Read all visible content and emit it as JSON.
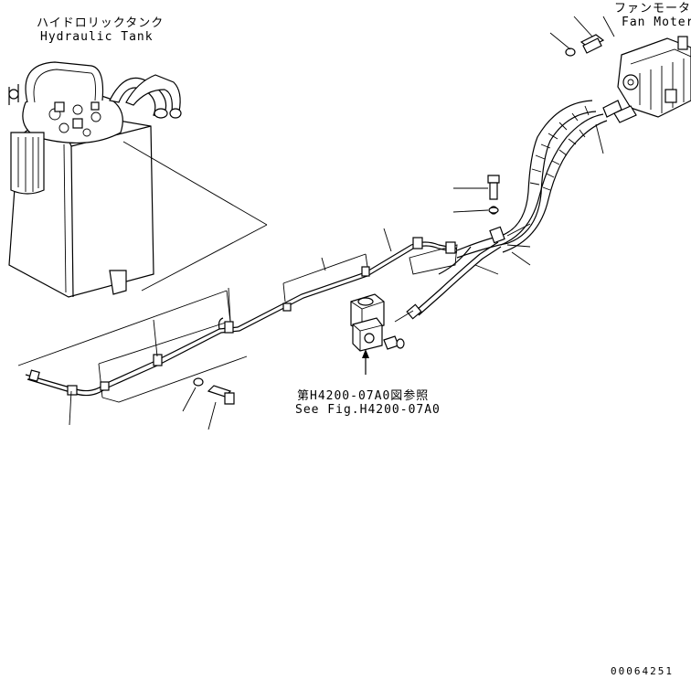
{
  "labels": {
    "tank_jp": "ハイドロリックタンク",
    "tank_en": "Hydraulic Tank",
    "fan_jp": "ファンモータ",
    "fan_en": "Fan Moter",
    "ref_jp": "第H4200-07A0図参照",
    "ref_en": "See Fig.H4200-07A0",
    "drawing_no": "00064251"
  }
}
